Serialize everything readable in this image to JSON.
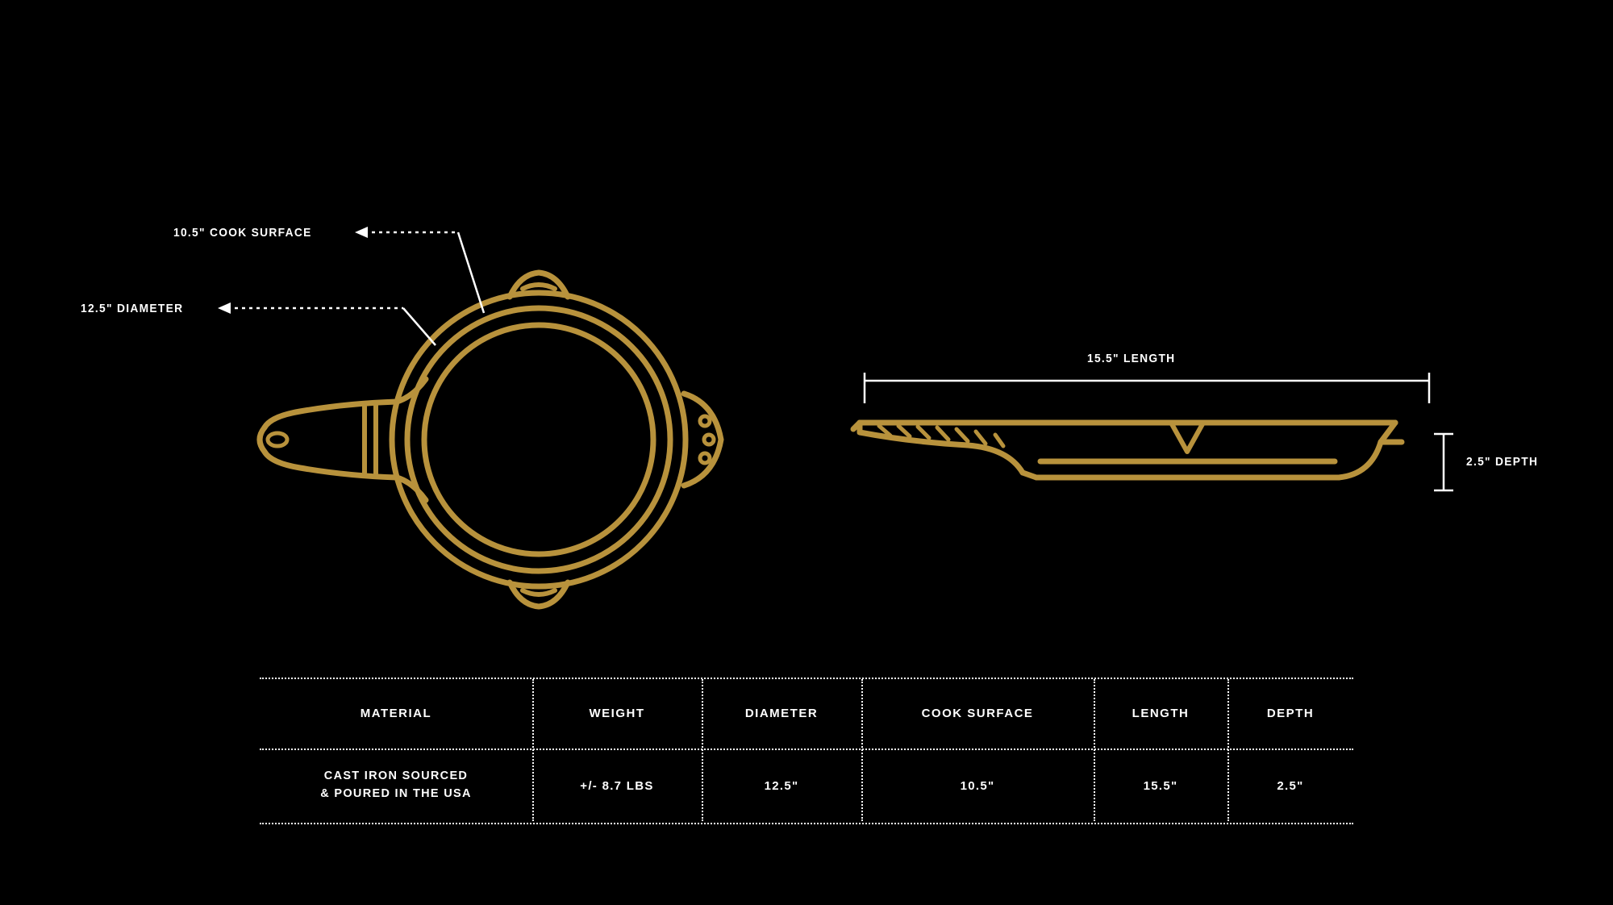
{
  "theme": {
    "background": "#000000",
    "ink": "#ffffff",
    "metal": "#b8923c",
    "metal_dark": "#9c7a2f"
  },
  "annotations": {
    "cook_surface": {
      "text": "10.5\" COOK SURFACE",
      "icon": "left-arrow-icon"
    },
    "diameter": {
      "text": "12.5\" DIAMETER",
      "icon": "left-arrow-icon"
    },
    "length": {
      "text": "15.5\" LENGTH",
      "icon": "double-arrow-icon"
    },
    "depth": {
      "text": "2.5\" DEPTH",
      "icon": "double-arrow-icon"
    }
  },
  "views": {
    "top_view_name": "skillet-top-view",
    "side_view_name": "skillet-side-view"
  },
  "table": {
    "headers": [
      "MATERIAL",
      "WEIGHT",
      "DIAMETER",
      "COOK SURFACE",
      "LENGTH",
      "DEPTH"
    ],
    "row": {
      "material_line1": "CAST IRON SOURCED",
      "material_line2": "& POURED IN THE USA",
      "weight": "+/- 8.7 LBS",
      "diameter": "12.5\"",
      "cook_surface": "10.5\"",
      "length": "15.5\"",
      "depth": "2.5\""
    }
  }
}
